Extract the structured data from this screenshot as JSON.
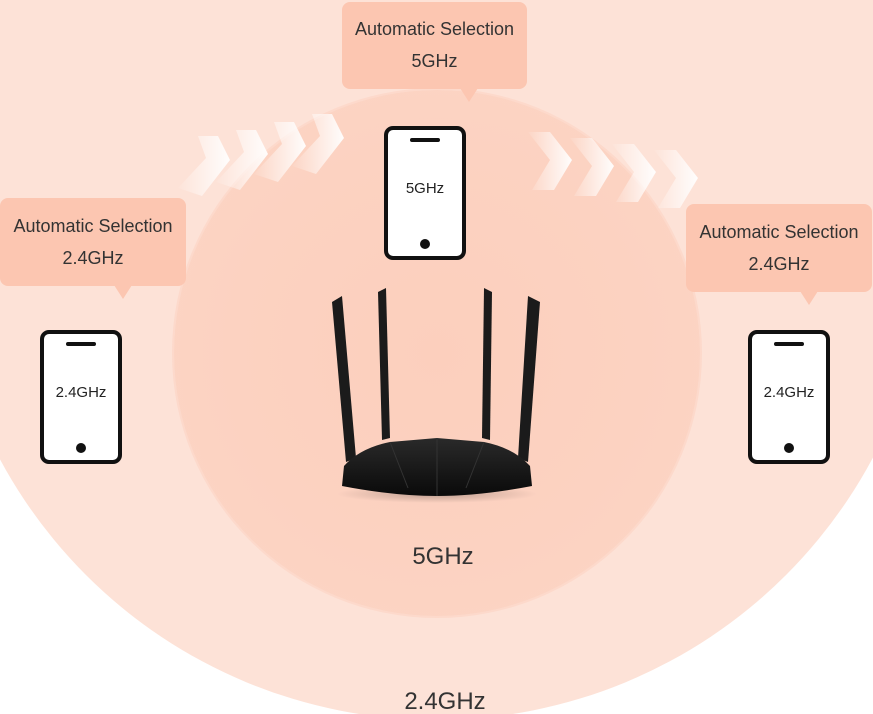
{
  "bands": {
    "inner": "5GHz",
    "outer": "2.4GHz"
  },
  "bubbles": {
    "top": {
      "line1": "Automatic Selection",
      "line2": "5GHz"
    },
    "left": {
      "line1": "Automatic Selection",
      "line2": "2.4GHz"
    },
    "right": {
      "line1": "Automatic Selection",
      "line2": "2.4GHz"
    }
  },
  "phones": {
    "top": "5GHz",
    "left": "2.4GHz",
    "right": "2.4GHz"
  },
  "colors": {
    "outer_circle": "#fde2d7",
    "inner_circle": "#fccfbd",
    "bubble": "#fcc6b1",
    "device": "#111111"
  },
  "icons": {
    "phone": "smartphone-icon",
    "router": "wifi-router-icon",
    "arrows": "chevron-arrows-icon"
  }
}
